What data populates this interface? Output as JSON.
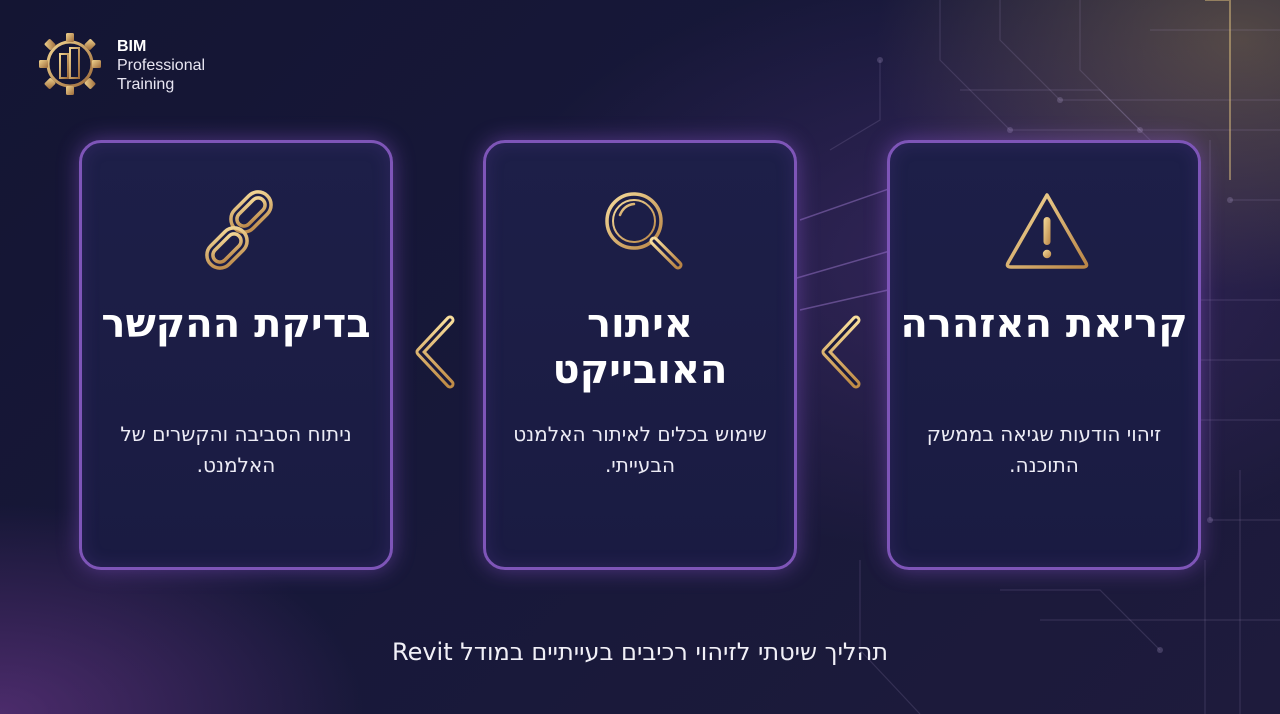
{
  "logo": {
    "line1": "BIM",
    "line2": "Professional",
    "line3": "Training"
  },
  "steps": [
    {
      "icon": "warning-triangle-icon",
      "title": "קריאת האזהרה",
      "description": "זיהוי הודעות שגיאה בממשק התוכנה."
    },
    {
      "icon": "magnifier-icon",
      "title": "איתור האובייקט",
      "description": "שימוש בכלים לאיתור האלמנט הבעייתי."
    },
    {
      "icon": "chain-link-icon",
      "title": "בדיקת ההקשר",
      "description": "ניתוח הסביבה והקשרים של האלמנט."
    }
  ],
  "arrows": [
    "chevron-left-icon",
    "chevron-left-icon"
  ],
  "footer": "תהליך שיטתי לזיהוי רכיבים בעייתיים במודל Revit",
  "colors": {
    "background": "#161737",
    "card_border": "#7e55b8",
    "gold_accent": "#d8b66a",
    "text": "#ffffff"
  }
}
